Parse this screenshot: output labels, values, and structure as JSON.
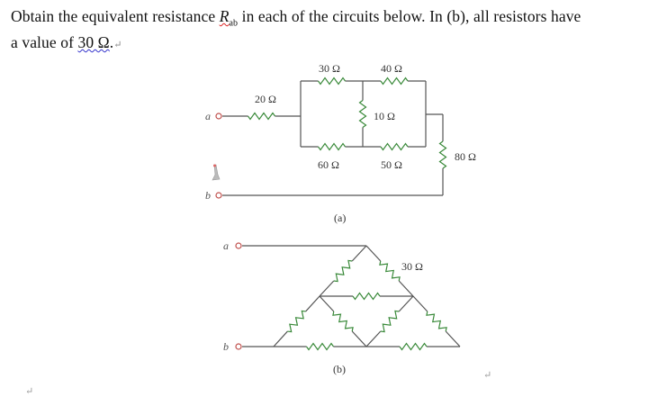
{
  "question": {
    "line1_before": "Obtain the equivalent resistance ",
    "r_symbol": "R",
    "r_subscript": "ab",
    "line1_after": " in each of the circuits below. In (b), all resistors have",
    "line2_before": "a value of ",
    "value": "30 Ω",
    "line2_after": ".",
    "paragraph_mark": "↵"
  },
  "circuit_a": {
    "terminal_a": "a",
    "terminal_b": "b",
    "resistors": {
      "r20": "20 Ω",
      "r30": "30 Ω",
      "r40": "40 Ω",
      "r10": "10 Ω",
      "r60": "60 Ω",
      "r50": "50 Ω",
      "r80": "80 Ω"
    },
    "caption": "(a)"
  },
  "circuit_b": {
    "terminal_a": "a",
    "terminal_b": "b",
    "resistor_label": "30 Ω",
    "caption": "(b)"
  },
  "colors": {
    "wire": "#555555",
    "resistor": "#3a8a3a",
    "terminal": "#c0504d"
  }
}
